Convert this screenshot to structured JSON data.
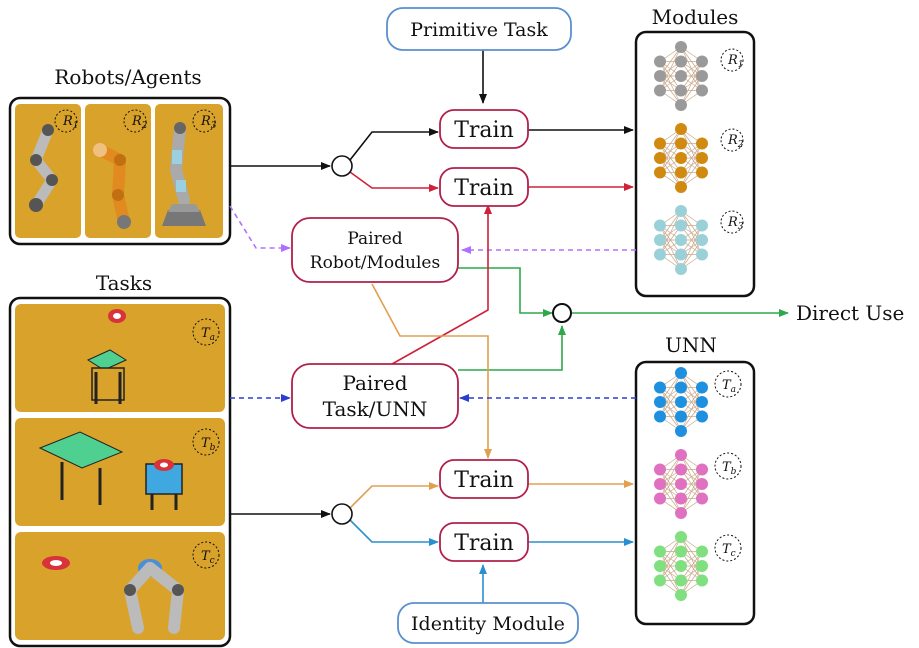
{
  "titles": {
    "robots": "Robots/Agents",
    "tasks": "Tasks",
    "modules": "Modules",
    "unn": "UNN"
  },
  "nodes": {
    "primitive_task": "Primitive Task",
    "identity_module": "Identity Module",
    "train": "Train",
    "paired_robot_line1": "Paired",
    "paired_robot_line2": "Robot/Modules",
    "paired_task_line1": "Paired",
    "paired_task_line2": "Task/UNN",
    "direct_use": "Direct Use"
  },
  "labels": {
    "robots": [
      {
        "main": "R",
        "sub": "1"
      },
      {
        "main": "R",
        "sub": "2"
      },
      {
        "main": "R",
        "sub": "3"
      }
    ],
    "tasks": [
      {
        "main": "T",
        "sub": "a"
      },
      {
        "main": "T",
        "sub": "b"
      },
      {
        "main": "T",
        "sub": "c"
      }
    ],
    "modules": [
      {
        "main": "R",
        "sub": "1"
      },
      {
        "main": "R",
        "sub": "2"
      },
      {
        "main": "R",
        "sub": "3"
      }
    ],
    "unn": [
      {
        "main": "T",
        "sub": "a"
      },
      {
        "main": "T",
        "sub": "b"
      },
      {
        "main": "T",
        "sub": "c"
      }
    ]
  },
  "colors": {
    "panel_bg": "#d9a22a",
    "black": "#111111",
    "red": "#d0203a",
    "green": "#2ea84a",
    "orange": "#e0a050",
    "blue": "#2a8fd0",
    "purple": "#b070ff",
    "dashed_blue": "#2a3fd0",
    "train_border": "#b0204a",
    "primitive_border": "#5a8fd0",
    "net_gray": "#9a9a9a",
    "net_orange": "#d08a10",
    "net_teal": "#9ad0d8",
    "net_blue": "#1e90e0",
    "net_pink": "#e070c0",
    "net_green": "#80e080"
  }
}
